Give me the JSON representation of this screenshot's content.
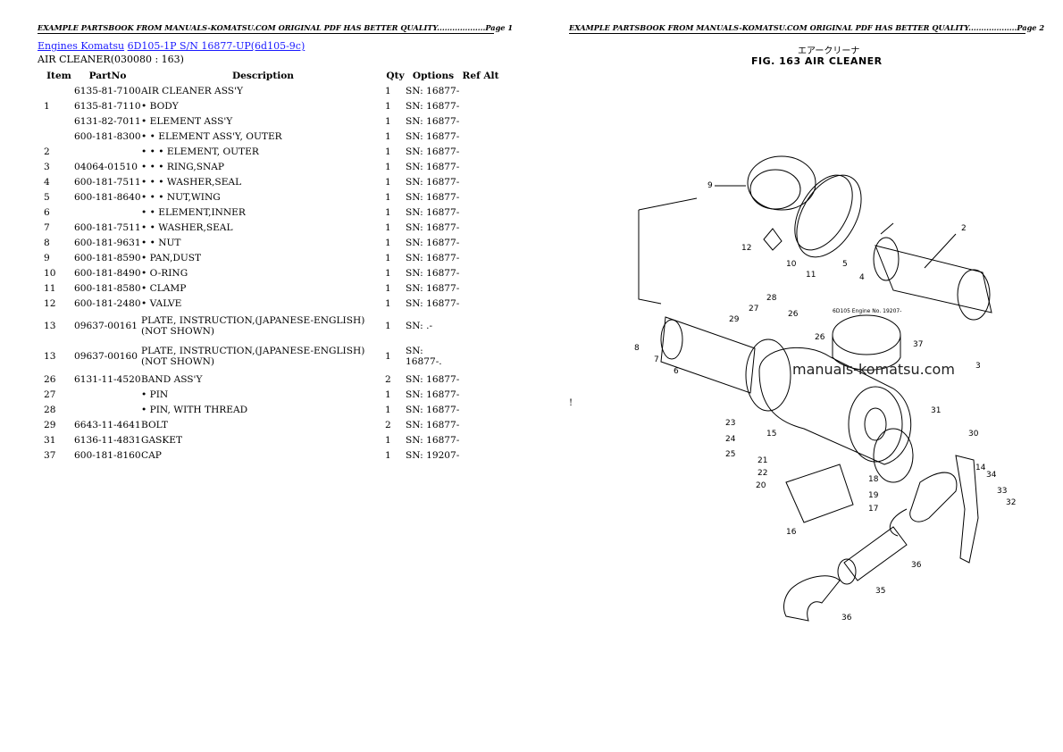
{
  "page1": {
    "header": "EXAMPLE PARTSBOOK FROM MANUALS-KOMATSU.COM ORIGINAL PDF HAS BETTER QUALITY...................Page 1",
    "breadcrumb": {
      "link1": "Engines Komatsu",
      "link2": "6D105-1P S/N 16877-UP(6d105-9c)"
    },
    "section": "AIR CLEANER(030080 : 163)",
    "columns": [
      "Item",
      "PartNo",
      "Description",
      "Qty",
      "Options",
      "Ref Alt"
    ],
    "rows": [
      {
        "item": "",
        "part": "6135-81-7100",
        "desc": "AIR CLEANER ASS'Y",
        "qty": "1",
        "opt": "SN: 16877-"
      },
      {
        "item": "1",
        "part": "6135-81-7110",
        "desc": "• BODY",
        "qty": "1",
        "opt": "SN: 16877-"
      },
      {
        "item": "",
        "part": "6131-82-7011",
        "desc": "• ELEMENT ASS'Y",
        "qty": "1",
        "opt": "SN: 16877-"
      },
      {
        "item": "",
        "part": "600-181-8300",
        "desc": "• • ELEMENT ASS'Y, OUTER",
        "qty": "1",
        "opt": "SN: 16877-"
      },
      {
        "item": "2",
        "part": "",
        "desc": "• • • ELEMENT, OUTER",
        "qty": "1",
        "opt": "SN: 16877-"
      },
      {
        "item": "3",
        "part": "04064-01510",
        "desc": "• • • RING,SNAP",
        "qty": "1",
        "opt": "SN: 16877-"
      },
      {
        "item": "4",
        "part": "600-181-7511",
        "desc": "• • • WASHER,SEAL",
        "qty": "1",
        "opt": "SN: 16877-"
      },
      {
        "item": "5",
        "part": "600-181-8640",
        "desc": "• • • NUT,WING",
        "qty": "1",
        "opt": "SN: 16877-"
      },
      {
        "item": "6",
        "part": "",
        "desc": "• • ELEMENT,INNER",
        "qty": "1",
        "opt": "SN: 16877-"
      },
      {
        "item": "7",
        "part": "600-181-7511",
        "desc": "• • WASHER,SEAL",
        "qty": "1",
        "opt": "SN: 16877-"
      },
      {
        "item": "8",
        "part": "600-181-9631",
        "desc": "• • NUT",
        "qty": "1",
        "opt": "SN: 16877-"
      },
      {
        "item": "9",
        "part": "600-181-8590",
        "desc": "• PAN,DUST",
        "qty": "1",
        "opt": "SN: 16877-"
      },
      {
        "item": "10",
        "part": "600-181-8490",
        "desc": "• O-RING",
        "qty": "1",
        "opt": "SN: 16877-"
      },
      {
        "item": "11",
        "part": "600-181-8580",
        "desc": "• CLAMP",
        "qty": "1",
        "opt": "SN: 16877-"
      },
      {
        "item": "12",
        "part": "600-181-2480",
        "desc": "• VALVE",
        "qty": "1",
        "opt": "SN: 16877-"
      },
      {
        "item": "13",
        "part": "09637-00161",
        "desc": "PLATE, INSTRUCTION,(JAPANESE-ENGLISH) (NOT SHOWN)",
        "qty": "1",
        "opt": "SN: .-",
        "tall": true
      },
      {
        "item": "13",
        "part": "09637-00160",
        "desc": "PLATE, INSTRUCTION,(JAPANESE-ENGLISH) (NOT SHOWN)",
        "qty": "1",
        "opt": "SN: 16877-.",
        "tall": true
      },
      {
        "item": "26",
        "part": "6131-11-4520",
        "desc": "BAND ASS'Y",
        "qty": "2",
        "opt": "SN: 16877-"
      },
      {
        "item": "27",
        "part": "",
        "desc": "• PIN",
        "qty": "1",
        "opt": "SN: 16877-"
      },
      {
        "item": "28",
        "part": "",
        "desc": "• PIN, WITH THREAD",
        "qty": "1",
        "opt": "SN: 16877-"
      },
      {
        "item": "29",
        "part": "6643-11-4641",
        "desc": "BOLT",
        "qty": "2",
        "opt": "SN: 16877-"
      },
      {
        "item": "31",
        "part": "6136-11-4831",
        "desc": "GASKET",
        "qty": "1",
        "opt": "SN: 16877-"
      },
      {
        "item": "37",
        "part": "600-181-8160",
        "desc": "CAP",
        "qty": "1",
        "opt": "SN: 19207-"
      }
    ]
  },
  "page2": {
    "header": "EXAMPLE PARTSBOOK FROM MANUALS-KOMATSU.COM ORIGINAL PDF HAS BETTER QUALITY...................Page 2",
    "fig_jp": "エアークリーナ",
    "fig_title": "FIG. 163  AIR CLEANER",
    "watermark": "manuals-komatsu.com",
    "note": "6D105 Engine No. 19207-",
    "mark": "!",
    "callouts": [
      "9",
      "2",
      "12",
      "10",
      "11",
      "5",
      "4",
      "28",
      "29",
      "27",
      "26",
      "8",
      "7",
      "6",
      "3",
      "26",
      "37",
      "23",
      "24",
      "25",
      "21",
      "22",
      "20",
      "15",
      "18",
      "19",
      "17",
      "16",
      "31",
      "30",
      "14",
      "34",
      "33",
      "32",
      "36",
      "35",
      "36"
    ]
  }
}
